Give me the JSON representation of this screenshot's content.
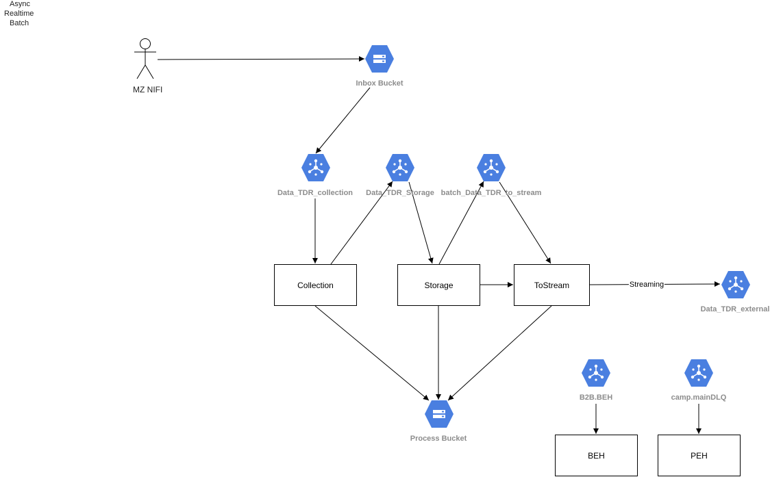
{
  "legend": [
    "Async",
    "Realtime",
    "Batch"
  ],
  "actor": {
    "label": "MZ NIFI",
    "icon": "person-icon"
  },
  "nodes": {
    "inbox_bucket": {
      "label": "Inbox Bucket",
      "icon": "storage-icon"
    },
    "process_bucket": {
      "label": "Process Bucket",
      "icon": "storage-icon"
    },
    "topic_collection": {
      "label": "Data_TDR_collection",
      "icon": "pubsub-icon"
    },
    "topic_storage": {
      "label": "Data_TDR_Storage",
      "icon": "pubsub-icon"
    },
    "topic_batch_to_stream": {
      "label": "batch_Data_TDR_to_stream",
      "icon": "pubsub-icon"
    },
    "topic_external": {
      "label": "Data_TDR_external",
      "icon": "pubsub-icon"
    },
    "topic_b2b_beh": {
      "label": "B2B.BEH",
      "icon": "pubsub-icon"
    },
    "topic_camp_maindlq": {
      "label": "camp.mainDLQ",
      "icon": "pubsub-icon"
    }
  },
  "boxes": {
    "collection": "Collection",
    "storage": "Storage",
    "tostream": "ToStream",
    "beh": "BEH",
    "peh": "PEH"
  },
  "edges": {
    "streaming": "Streaming"
  },
  "colors": {
    "gcp_blue": "#4a7fe0",
    "gcp_blue_dark": "#3b6fd0",
    "label_gray": "#8c8c8c"
  }
}
